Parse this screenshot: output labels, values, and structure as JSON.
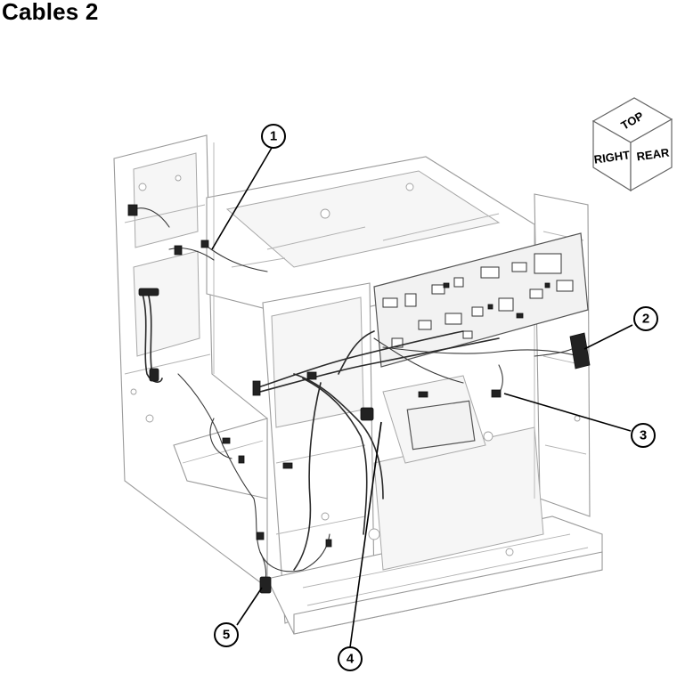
{
  "title": "Cables 2",
  "callouts": [
    "1",
    "2",
    "3",
    "4",
    "5"
  ],
  "orientation_cube": {
    "top": "TOP",
    "right": "RIGHT",
    "rear": "REAR"
  }
}
